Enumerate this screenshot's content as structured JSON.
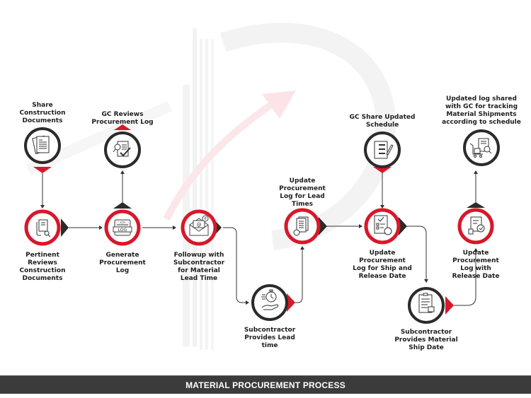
{
  "title": "MATERIAL PROCUREMENT PROCESS",
  "colors": {
    "accent_red": "#d7182a",
    "dark": "#2b2b2b",
    "connector": "#333333",
    "footer_bg": "#3b3b3b",
    "watermark": "#f1f1f1"
  },
  "steps": [
    {
      "id": 1,
      "label": "Share\nConstruction\nDocuments",
      "icon": "documents-icon",
      "ring": "dark"
    },
    {
      "id": 2,
      "label": "Pertinent\nReviews\nConstruction\nDocuments",
      "icon": "document-search-icon",
      "ring": "red"
    },
    {
      "id": 3,
      "label": "Generate\nProcurement\nLog",
      "icon": "log-file-icon",
      "ring": "red"
    },
    {
      "id": 4,
      "label": "GC Reviews\nProcurement Log",
      "icon": "review-checklist-icon",
      "ring": "dark"
    },
    {
      "id": 5,
      "label": "Followup with\nSubcontractor\nfor Material\nLead Time",
      "icon": "email-envelope-icon",
      "ring": "red"
    },
    {
      "id": 6,
      "label": "Subcontractor\nProvides Lead\ntime",
      "icon": "stopwatch-hand-icon",
      "ring": "dark"
    },
    {
      "id": 7,
      "label": "Update\nProcurement\nLog for Lead\nTimes",
      "icon": "document-clock-icon",
      "ring": "red"
    },
    {
      "id": 8,
      "label": "GC Share Updated\nSchedule",
      "icon": "schedule-checklist-icon",
      "ring": "dark"
    },
    {
      "id": 9,
      "label": "Update\nProcurement\nLog for Ship and\nRelease Date",
      "icon": "checklist-clock-icon",
      "ring": "red"
    },
    {
      "id": 10,
      "label": "Subcontractor\nProvides Material\nShip Date",
      "icon": "clipboard-box-icon",
      "ring": "dark"
    },
    {
      "id": 11,
      "label": "Update\nProcurement\nLog with\nRelease Date",
      "icon": "document-approval-icon",
      "ring": "red"
    },
    {
      "id": 12,
      "label": "Updated log shared\nwith GC for tracking\nMaterial Shipments\naccording to schedule",
      "icon": "shipment-tracking-icon",
      "ring": "dark"
    }
  ]
}
